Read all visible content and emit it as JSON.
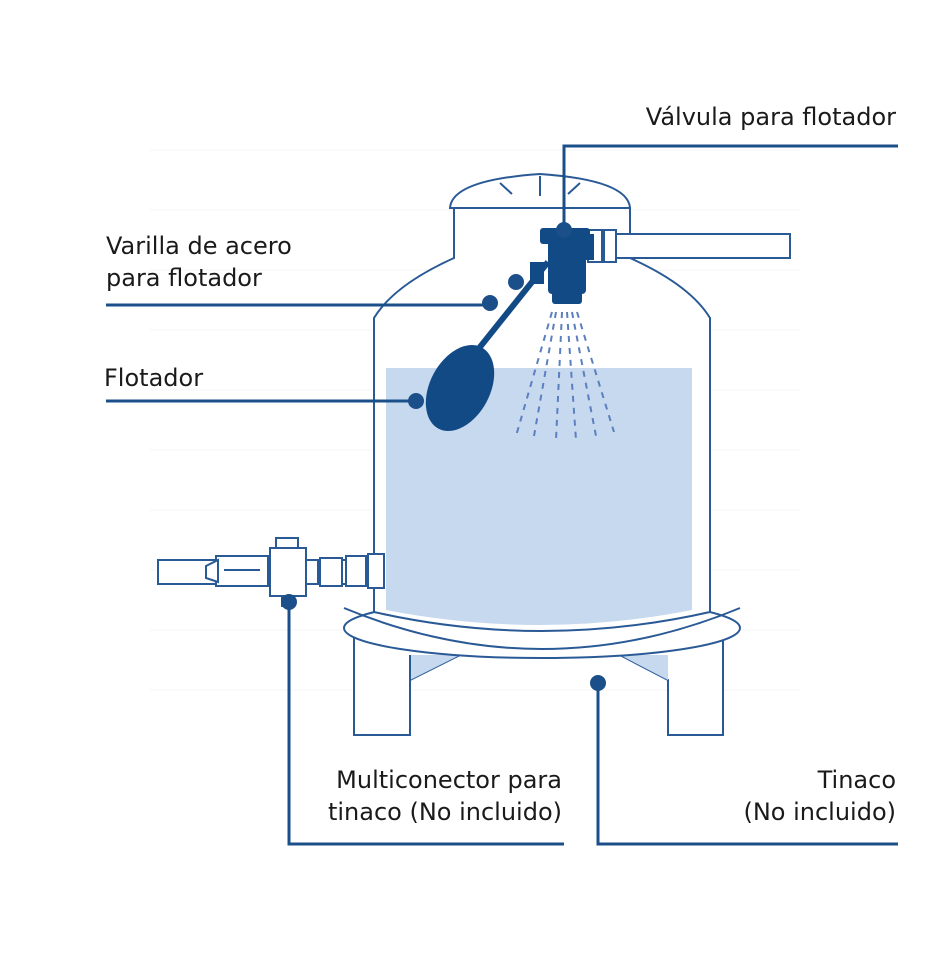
{
  "labels": {
    "valvula": "Válvula para flotador",
    "varilla_1": "Varilla de acero",
    "varilla_2": "para flotador",
    "flotador": "Flotador",
    "multiconector_1": "Multiconector para",
    "multiconector_2": "tinaco (No incluido)",
    "tinaco_1": "Tinaco",
    "tinaco_2": "(No incluido)"
  },
  "colors": {
    "line_blue": "#1b4f8a",
    "outline_blue": "#2a5a96",
    "water_fill": "#c7d9ee",
    "part_dark": "#124a86"
  }
}
